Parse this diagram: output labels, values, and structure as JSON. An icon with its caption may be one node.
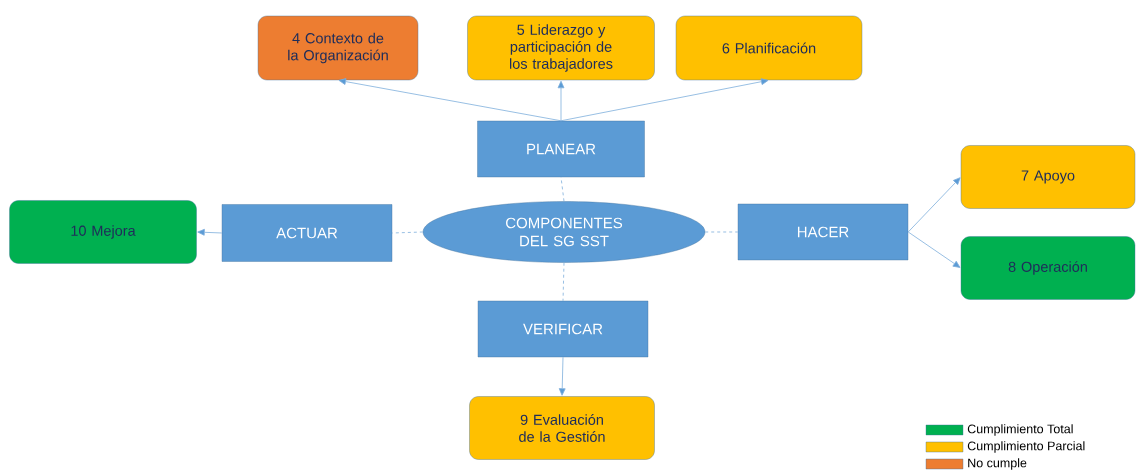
{
  "diagram": {
    "nodes": [
      {
        "text": [
          "4  Contexto de la Organización"
        ]
      },
      {
        "text": [
          "5 Liderazgo y participación de los trabajadores"
        ]
      },
      {
        "text": [
          "6 Planificación"
        ]
      },
      {
        "text": [
          "PLANEAR"
        ]
      },
      {
        "text": [
          "7 Apoyo"
        ]
      },
      {
        "text": [
          "10 Mejora"
        ]
      },
      {
        "text": [
          "ACTUAR"
        ]
      },
      {
        "text": [
          "COMPONENTES DEL SG SST"
        ]
      },
      {
        "text": [
          "HACER"
        ]
      },
      {
        "text": [
          "8 Operación"
        ]
      },
      {
        "text": [
          "VERIFICAR"
        ]
      },
      {
        "text": [
          "9 Evaluación de la Gestión"
        ]
      }
    ],
    "edges": [
      {
        "from": 7,
        "to": 3,
        "arrow": "none",
        "style": "dashed"
      },
      {
        "from": 7,
        "to": 6,
        "arrow": "none",
        "style": "dashed"
      },
      {
        "from": 7,
        "to": 8,
        "arrow": "none",
        "style": "dashed"
      },
      {
        "from": 7,
        "to": 10,
        "arrow": "none",
        "style": "dashed"
      },
      {
        "from": 3,
        "to": 0,
        "arrow": "to"
      },
      {
        "from": 3,
        "to": 1,
        "arrow": "to"
      },
      {
        "from": 3,
        "to": 2,
        "arrow": "to"
      },
      {
        "from": 8,
        "to": 4,
        "arrow": "to"
      },
      {
        "from": 8,
        "to": 9,
        "arrow": "to"
      },
      {
        "from": 10,
        "to": 11,
        "arrow": "to"
      },
      {
        "from": 6,
        "to": 5,
        "arrow": "to"
      }
    ],
    "legend": [
      {
        "text": "Cumplimiento Total",
        "color": "#00b050"
      },
      {
        "text": "Cumplimiento Parcial",
        "color": "#ffc000"
      },
      {
        "text": "No cumple",
        "color": "#ed7d31"
      }
    ]
  }
}
